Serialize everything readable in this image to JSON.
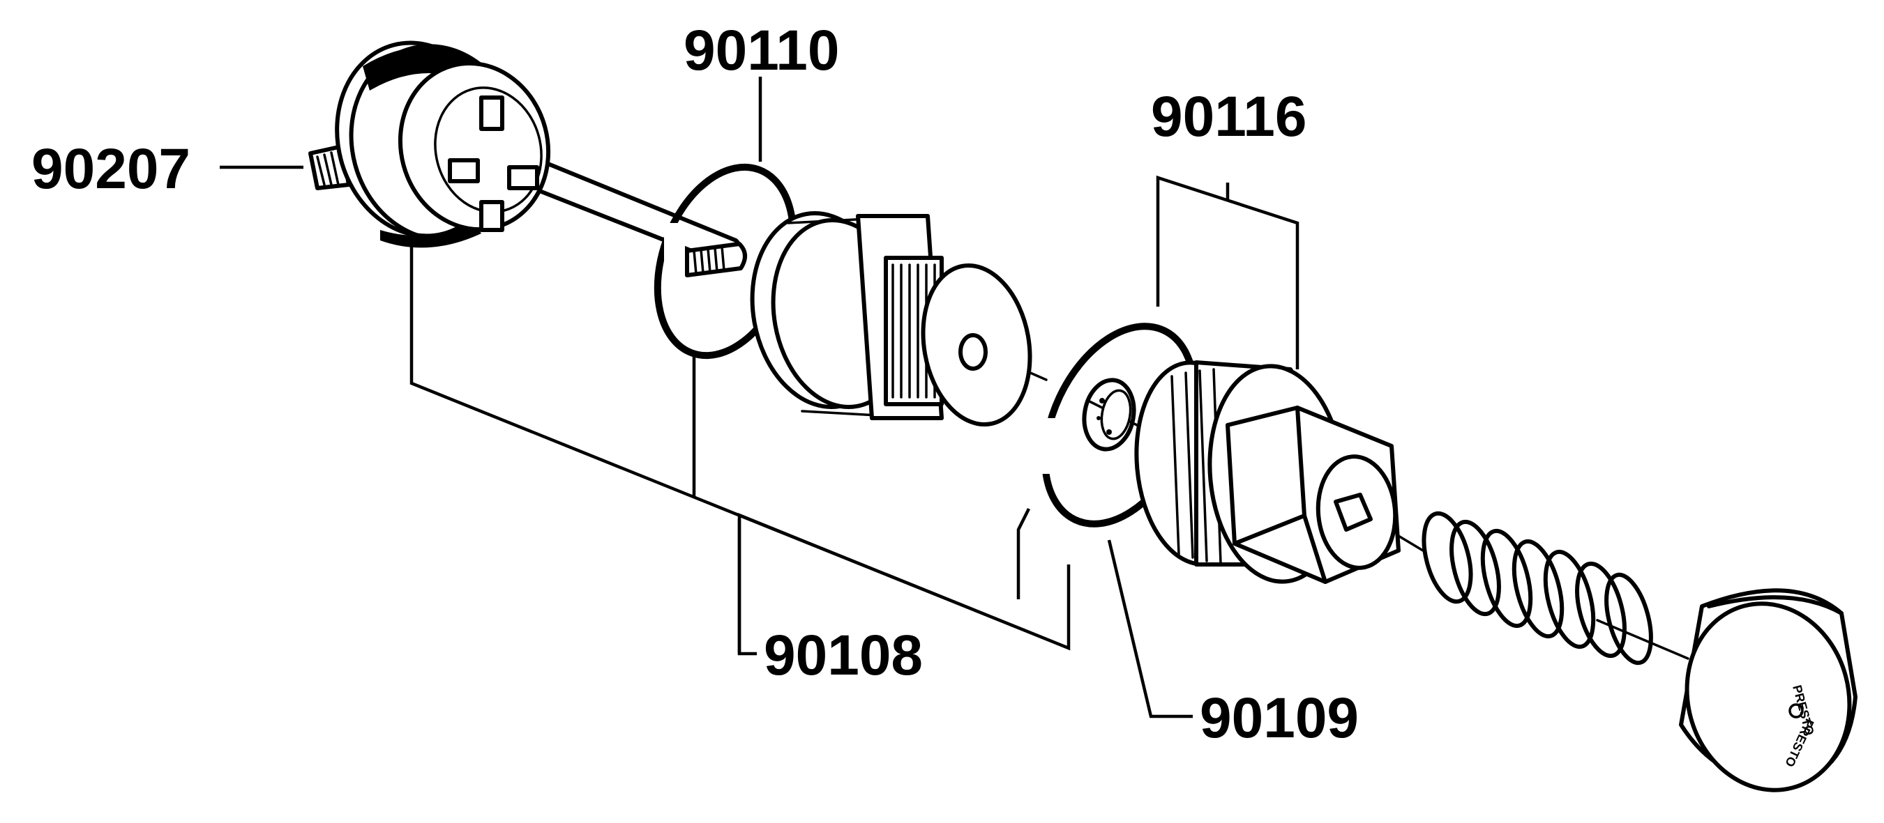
{
  "parts": [
    {
      "ref": "90207"
    },
    {
      "ref": "90110"
    },
    {
      "ref": "90116"
    },
    {
      "ref": "90108"
    },
    {
      "ref": "90109"
    }
  ],
  "cap_marking": "PRESTO"
}
